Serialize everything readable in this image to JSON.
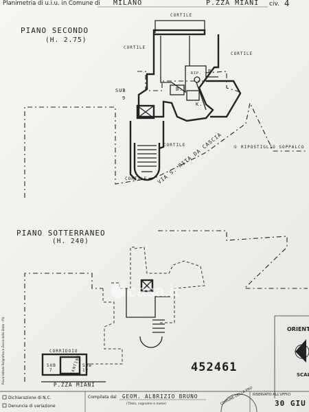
{
  "header": {
    "prefix": "Planimetria di u.i.u. in Comune di",
    "comune": "MILANO",
    "street": "P.ZZA MIANI",
    "civ_label": "civ.",
    "civ_value": "4"
  },
  "upper_plan": {
    "title": "PIANO SECONDO",
    "height": "(H. 2.75)",
    "labels": {
      "cortile_top": "CORTILE",
      "cortile_left": "CORTILE",
      "cortile_right": "CORTILE",
      "cortile_mid": "CORTILE",
      "cortile_bottom": "CORTILE",
      "sub": "SUB",
      "sub_num": "9",
      "room_b1": "B.",
      "room_b2": "B.",
      "room_k": "K.",
      "rip": "RIP.",
      "via": "VIA S. RITA DA CASCIA",
      "legend": "① RIPOSTIGLIO SOPPALCO"
    }
  },
  "lower_plan": {
    "title": "PIANO SOTTERRANEO",
    "height": "(H. 240)",
    "labels": {
      "corridoio": "CORRIDOIO",
      "cantina": "CANTINA",
      "sub_a": "SUB",
      "sub_a_num": "7",
      "sub_b": "SUB",
      "sub_b_num": "12",
      "street": "P.ZZA MIANI"
    }
  },
  "watermark": "casa.it",
  "plan_number": "452461",
  "side_labels": {
    "orienta": "ORIENTA",
    "scala": "SCAL"
  },
  "footer": {
    "dichiarazione": "Dichiarazione di N.C.",
    "denuncia": "Denuncia di variazione",
    "compilata": "Compilata dal",
    "compiler_name": "GEOM. ALBRIZIO BRUNO",
    "compiler_hint": "(Titolo, cognome e nome)",
    "reserved": "RISERVATO ALL'UFFICI",
    "date": "30 GIU",
    "stamp": "COMUNE DELLA PRO",
    "side_print": "Prova Istituto Poligrafico e Zecca dello Stato - P.V."
  },
  "colors": {
    "paper": "#f3f2ee",
    "ink": "#1d1d1d"
  }
}
